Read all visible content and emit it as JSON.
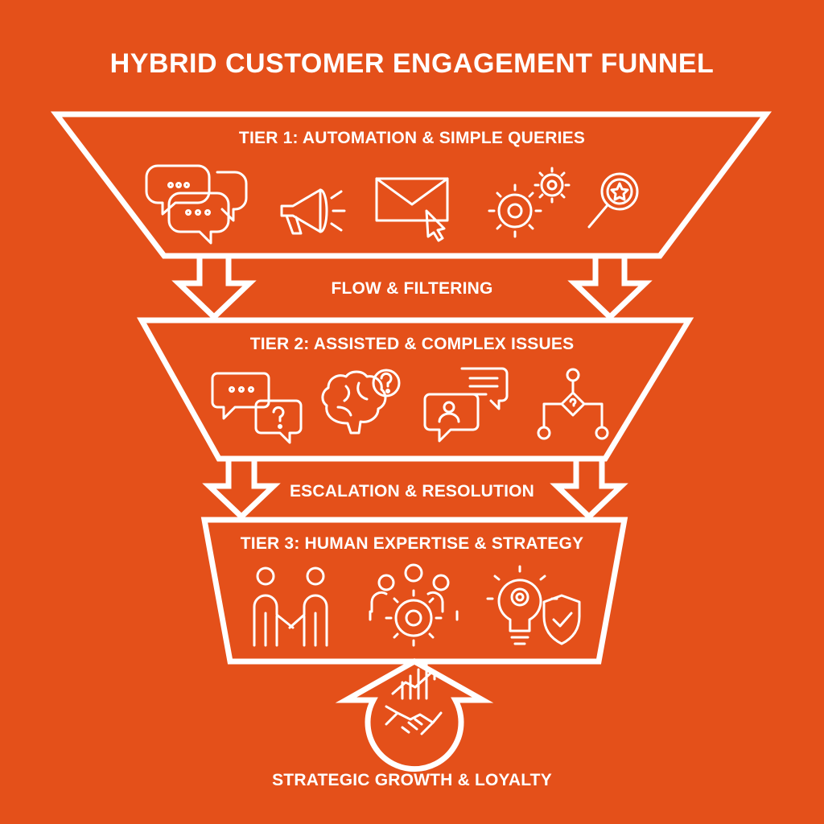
{
  "title": "HYBRID CUSTOMER ENGAGEMENT FUNNEL",
  "tiers": [
    {
      "label": "TIER 1: AUTOMATION & SIMPLE QUERIES",
      "icons": [
        "chat-bubbles-icon",
        "megaphone-icon",
        "email-click-icon",
        "gears-icon",
        "search-star-icon"
      ]
    },
    {
      "label": "TIER 2: ASSISTED & COMPLEX ISSUES",
      "icons": [
        "chat-question-icon",
        "brain-question-icon",
        "agent-chat-icon",
        "decision-flow-icon"
      ]
    },
    {
      "label": "TIER 3: HUMAN EXPERTISE & STRATEGY",
      "icons": [
        "handshake-people-icon",
        "team-gear-icon",
        "idea-shield-icon"
      ]
    }
  ],
  "connectors": [
    "FLOW & FILTERING",
    "ESCALATION & RESOLUTION"
  ],
  "outcome": {
    "label": "STRATEGIC GROWTH & LOYALTY",
    "icon": "growth-handshake-icon"
  },
  "colors": {
    "background": "#E4501A",
    "line": "#FFFFFF"
  }
}
